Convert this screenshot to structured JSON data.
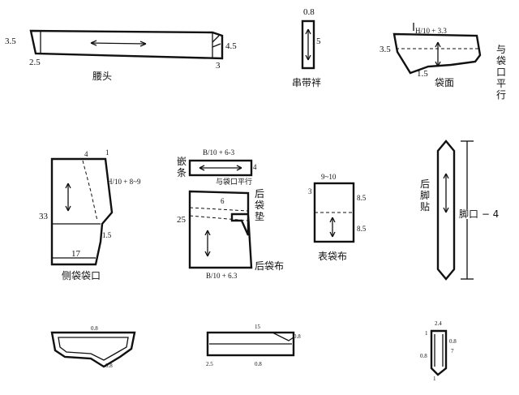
{
  "waistband": {
    "caption": "腰头",
    "left_height": "3.5",
    "right_height": "4.5",
    "bottom_left": "2.5",
    "bottom_right": "3"
  },
  "belt_loop": {
    "caption": "串带袢",
    "top_width": "0.8",
    "length": "5"
  },
  "pocket_facing": {
    "caption": "袋面",
    "formula": "H/10 + 3.3",
    "left": "3.5",
    "bottom": "1.5",
    "side_note": "与袋口平行"
  },
  "side_pocket": {
    "caption": "侧袋袋口",
    "top_a": "4",
    "top_b": "1",
    "formula": "H/10 + 8~9",
    "side": "33",
    "bottom": "17",
    "corner": "1.5"
  },
  "back_pocket": {
    "piping_label": "嵌条",
    "top_formula": "B/10 + 6-3",
    "piping_width": "4",
    "parallel_note": "与袋口平行",
    "dim_6": "6",
    "pad_label": "后袋垫",
    "dim_25": "25",
    "cloth_label": "后袋布",
    "bottom_formula": "B/10 + 6.3"
  },
  "front_pocket": {
    "caption": "表袋布",
    "width": "9~10",
    "left": "3",
    "right_top": "8.5",
    "right_bottom": "8.5"
  },
  "hem_facing": {
    "caption": "后脚贴",
    "length_label": "脚口 − 4"
  },
  "fly_piece": {
    "top": "0.8",
    "bottom": "0.8"
  },
  "strip_piece": {
    "top": "15",
    "right": "0.8",
    "left_bottom": "2.5",
    "bottom": "0.8"
  },
  "tab_piece": {
    "top": "2.4",
    "left": "1",
    "right_a": "0.8",
    "right_b": "7",
    "left_b": "0.8",
    "bottom": "1"
  }
}
